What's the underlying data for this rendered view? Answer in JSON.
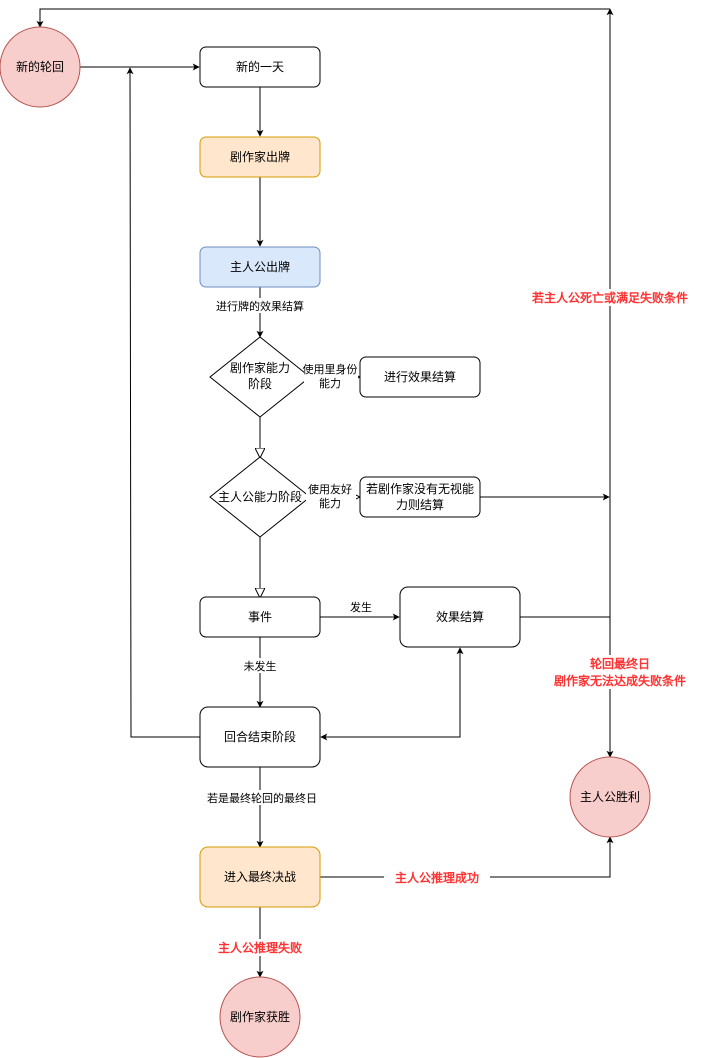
{
  "nodes": {
    "new_cycle": "新的轮回",
    "new_day": "新的一天",
    "playwright_play": "剧作家出牌",
    "protagonist_play": "主人公出牌",
    "playwright_ability": [
      "剧作家能力",
      "阶段"
    ],
    "resolve_effect": "进行效果结算",
    "protagonist_ability": "主人公能力阶段",
    "if_no_ignore": [
      "若剧作家没有无视能",
      "力则结算"
    ],
    "event": "事件",
    "effect_resolution": "效果结算",
    "round_end": "回合结束阶段",
    "final_battle": "进入最终决战",
    "protagonist_wins": "主人公胜利",
    "playwright_wins": "剧作家获胜"
  },
  "edge_labels": {
    "resolve_cards": "进行牌的效果结算",
    "use_hidden": [
      "使用里身份",
      "能力"
    ],
    "use_friendly": [
      "使用友好",
      "能力"
    ],
    "happens": "发生",
    "not_happen": "未发生",
    "if_final_day": "若是最终轮回的最终日",
    "deduce_success": "主人公推理成功",
    "deduce_fail": "主人公推理失败",
    "death_condition": "若主人公死亡或满足失败条件",
    "final_day_line1": "轮回最终日",
    "final_day_line2": "剧作家无法达成失败条件"
  },
  "colors": {
    "circle_fill": "#f8cecc",
    "circle_stroke": "#b85450",
    "orange_fill": "#ffe6cc",
    "orange_stroke": "#d79b00",
    "blue_fill": "#dae8fc",
    "blue_stroke": "#6c8ebf",
    "red_text": "#ff3333"
  }
}
